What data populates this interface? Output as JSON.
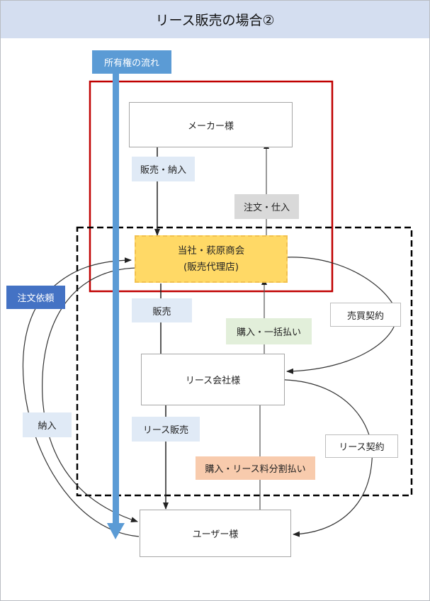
{
  "title": "リース販売の場合②",
  "ownership_flow": "所有権の流れ",
  "nodes": {
    "maker": "メーカー様",
    "dealer_line1": "当社・萩原商会",
    "dealer_line2": "(販売代理店)",
    "lease_company": "リース会社様",
    "user": "ユーザー様"
  },
  "edge_labels": {
    "sale_delivery": "販売・納入",
    "order_purchase": "注文・仕入",
    "sale": "販売",
    "purchase_lump_sum": "購入・一括払い",
    "sales_contract": "売買契約",
    "order_request": "注文依頼",
    "delivery": "納入",
    "lease_sale": "リース販売",
    "lease_contract": "リース契約",
    "purchase_installments": "購入・リース料分割払い"
  },
  "colors": {
    "header_bg": "#d4def0",
    "ownership_arrow": "#5b9bd5",
    "red_frame": "#c00000",
    "dealer_fill": "#ffd966",
    "order_request_label": "#4472c4",
    "lump_sum_label": "#e2efda",
    "installment_label": "#f8cbad"
  }
}
